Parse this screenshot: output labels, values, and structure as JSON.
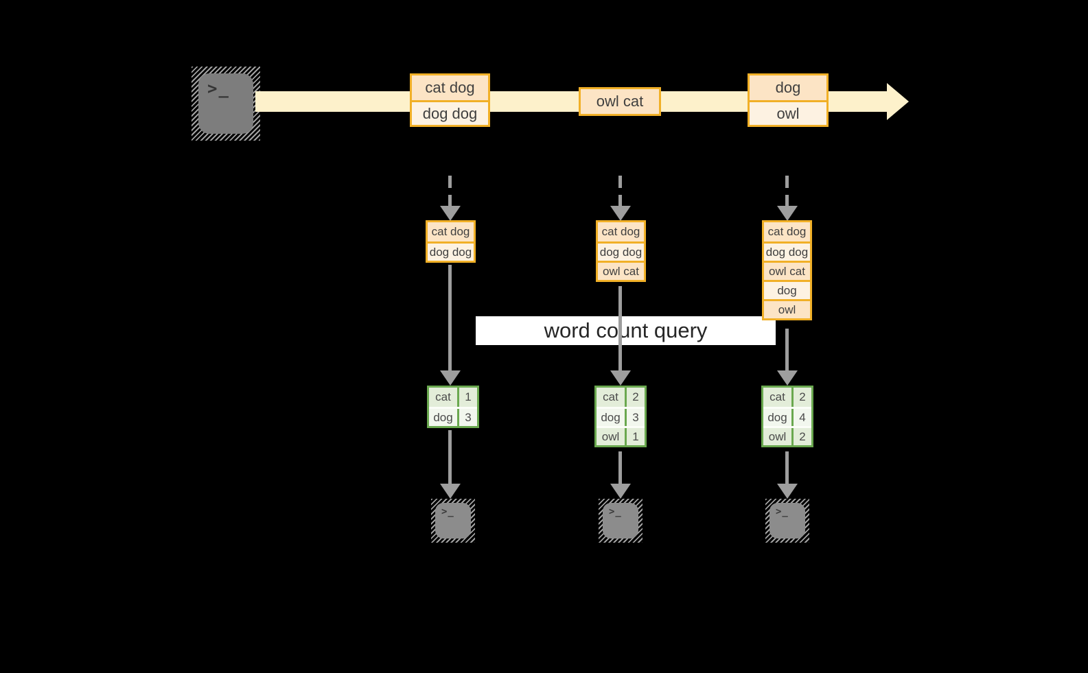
{
  "diagram": {
    "query_label": "word count query",
    "terminal_glyph": ">_",
    "stream": {
      "batches": [
        {
          "rows": [
            "cat dog",
            "dog dog"
          ]
        },
        {
          "rows": [
            "owl cat"
          ]
        },
        {
          "rows": [
            "dog",
            "owl"
          ]
        }
      ]
    },
    "columns": [
      {
        "buffer": [
          "cat dog",
          "dog dog"
        ],
        "counts": [
          {
            "word": "cat",
            "count": "1"
          },
          {
            "word": "dog",
            "count": "3"
          }
        ]
      },
      {
        "buffer": [
          "cat dog",
          "dog dog",
          "owl cat"
        ],
        "counts": [
          {
            "word": "cat",
            "count": "2"
          },
          {
            "word": "dog",
            "count": "3"
          },
          {
            "word": "owl",
            "count": "1"
          }
        ]
      },
      {
        "buffer": [
          "cat dog",
          "dog dog",
          "owl cat",
          "dog",
          "owl"
        ],
        "counts": [
          {
            "word": "cat",
            "count": "2"
          },
          {
            "word": "dog",
            "count": "4"
          },
          {
            "word": "owl",
            "count": "2"
          }
        ]
      }
    ],
    "colors": {
      "background": "#000000",
      "stream_fill": "#fdf1cb",
      "box_border": "#f1b027",
      "box_fill_dark": "#fce4c5",
      "box_fill_light": "#fdf2e2",
      "table_border": "#6aa84f",
      "table_fill_dark": "#e3edd9",
      "table_fill_light": "#f2f7ee",
      "arrow_gray": "#9e9e9e",
      "label_bg": "#ffffff"
    }
  }
}
